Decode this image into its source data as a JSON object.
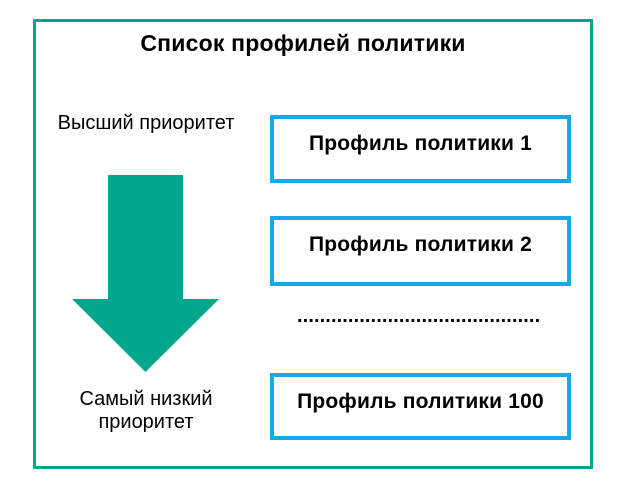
{
  "diagram": {
    "title": "Список профилей политики",
    "high_priority_label": "Высший приоритет",
    "low_priority_label": "Самый низкий приоритет",
    "profiles": [
      {
        "label": "Профиль политики 1"
      },
      {
        "label": "Профиль политики 2"
      },
      {
        "label": "Профиль политики 100"
      }
    ],
    "ellipsis": "...........................................",
    "colors": {
      "frame_teal": "#00A78C",
      "arrow_teal": "#00A78C",
      "box_border_blue": "#18A8E8",
      "text": "#000000",
      "background": "#FFFFFF"
    }
  }
}
